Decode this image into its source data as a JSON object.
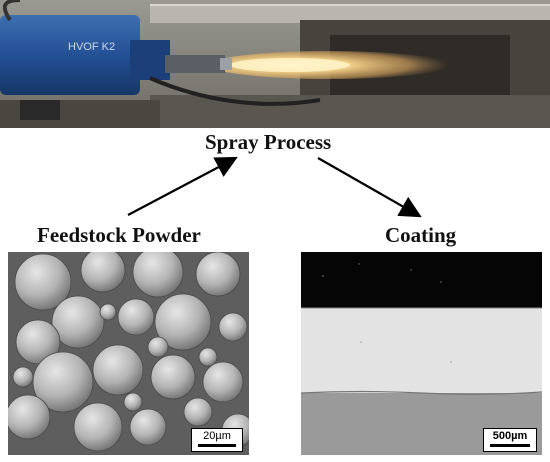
{
  "spray": {
    "title": "Spray Process",
    "gun_text": "HVOF K2"
  },
  "powder": {
    "title": "Feedstock Powder",
    "scale": "20µm"
  },
  "coating": {
    "title": "Coating",
    "scale": "500µm"
  }
}
